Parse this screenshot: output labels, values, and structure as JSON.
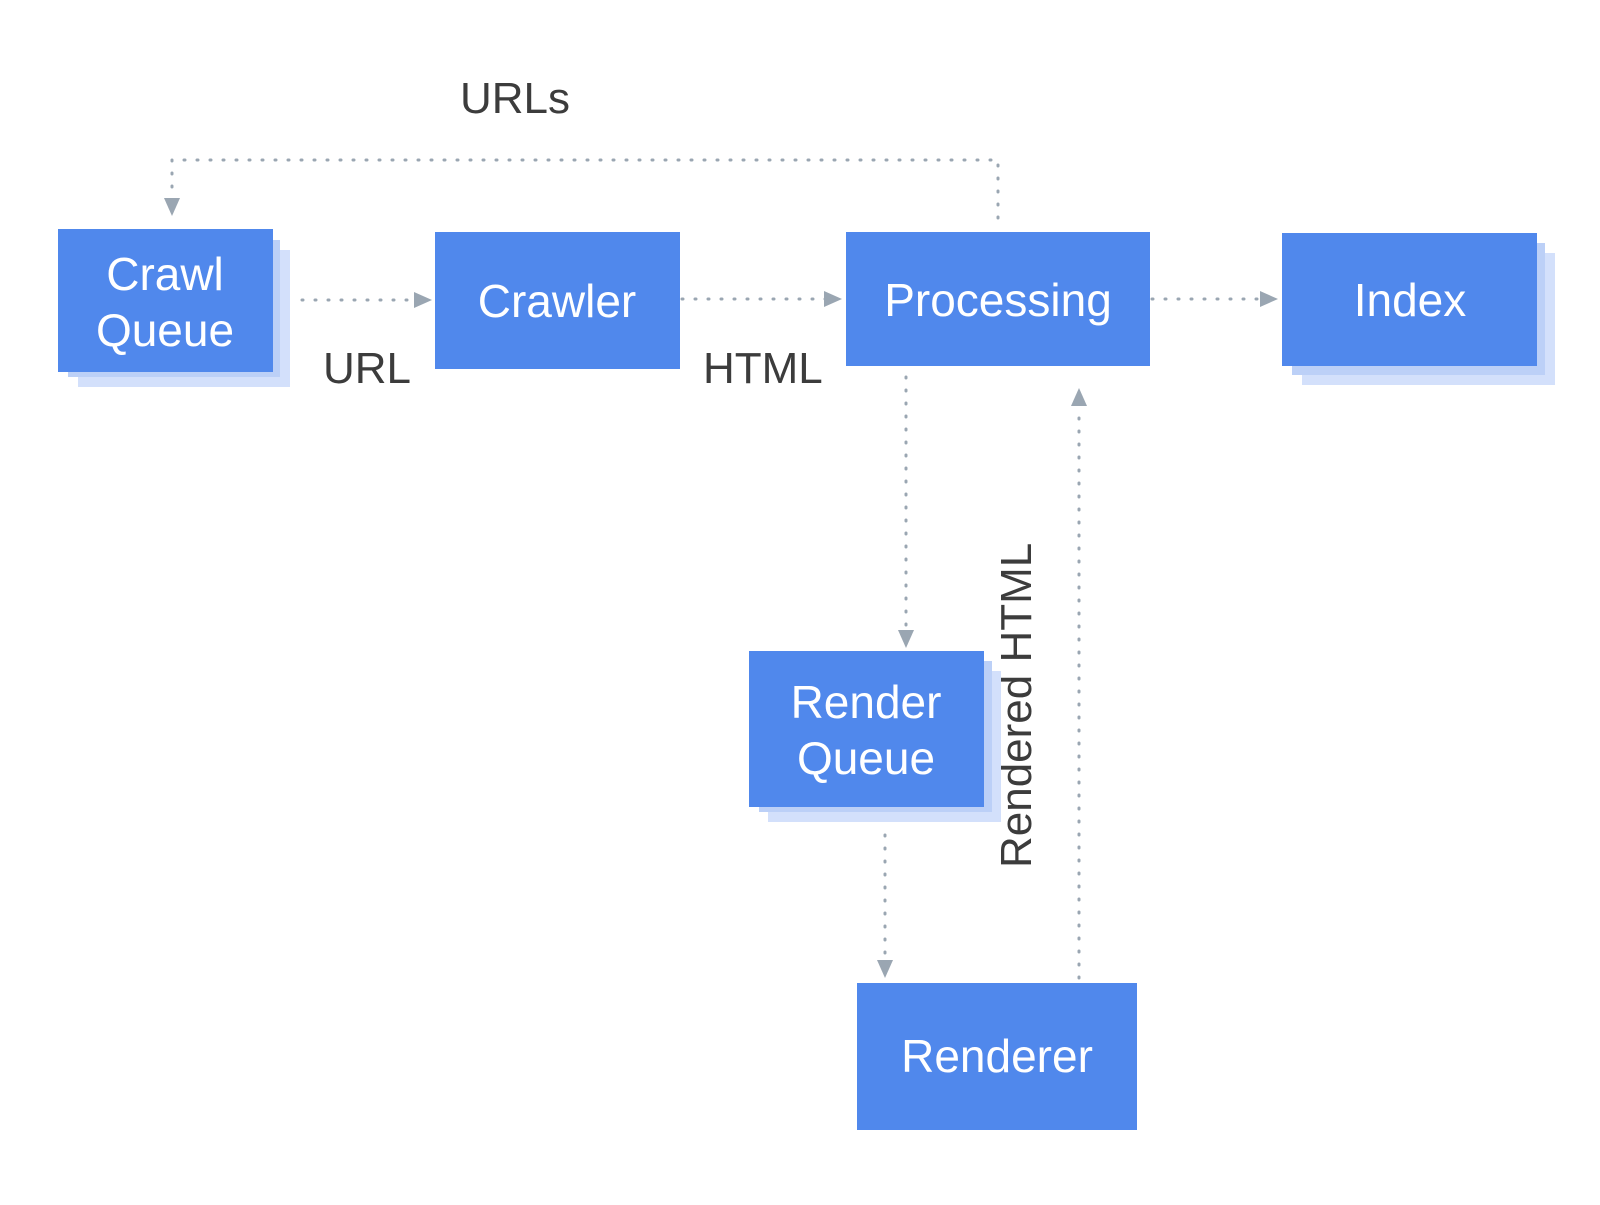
{
  "colors": {
    "box": "#5088ec",
    "box_shadow": "#d3e0fb",
    "line": "#9aa6b2",
    "label": "#3c3c3c",
    "box_text": "#ffffff"
  },
  "nodes": {
    "crawl_queue": {
      "line1": "Crawl",
      "line2": "Queue"
    },
    "crawler": {
      "label": "Crawler"
    },
    "processing": {
      "label": "Processing"
    },
    "index": {
      "label": "Index"
    },
    "render_queue": {
      "line1": "Render",
      "line2": "Queue"
    },
    "renderer": {
      "label": "Renderer"
    }
  },
  "edges": {
    "urls": "URLs",
    "url": "URL",
    "html": "HTML",
    "rendered_html": "Rendered HTML"
  }
}
